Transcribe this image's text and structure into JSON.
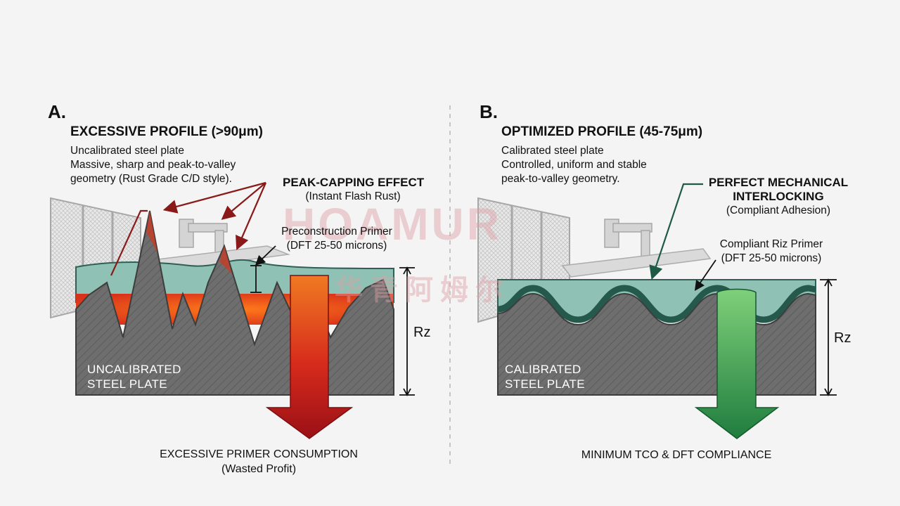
{
  "panels": {
    "a": {
      "letter": "A.",
      "title": "EXCESSIVE PROFILE (>90μm)",
      "desc": [
        "Uncalibrated steel plate",
        "Massive, sharp and peak-to-valley",
        "geometry (Rust Grade C/D style)."
      ],
      "callout_title": "PEAK-CAPPING EFFECT",
      "callout_sub": "(Instant Flash Rust)",
      "primer_title": "Preconstruction Primer",
      "primer_sub": "(DFT 25-50 microns)",
      "plate_label": [
        "UNCALIBRATED",
        "STEEL PLATE"
      ],
      "rz": "Rz",
      "bottom": [
        "EXCESSIVE PRIMER CONSUMPTION",
        "(Wasted Profit)"
      ]
    },
    "b": {
      "letter": "B.",
      "title": "OPTIMIZED PROFILE (45-75μm)",
      "desc": [
        "Calibrated steel plate",
        "Controlled, uniform and stable",
        "peak-to-valley geometry."
      ],
      "callout_title": [
        "PERFECT MECHANICAL",
        "INTERLOCKING"
      ],
      "callout_sub": "(Compliant Adhesion)",
      "primer_title": "Compliant Riz Primer",
      "primer_sub": "(DFT 25-50 microns)",
      "plate_label": [
        "CALIBRATED",
        "STEEL PLATE"
      ],
      "rz": "Rz",
      "bottom": "MINIMUM TCO & DFT COMPLIANCE"
    }
  },
  "watermark": {
    "latin": "HOAMUR",
    "chinese": "华青阿姆尔"
  },
  "colors": {
    "background": "#f4f4f4",
    "steel": "#6b6b6b",
    "primer_teal": "#8fc2b4",
    "rust_orange": "#e8501e",
    "arrow_red": "#b5161d",
    "arrow_green": "#2e9a4e",
    "callout_dark_red": "#8a1a1a",
    "callout_dark_green": "#1f5a44"
  }
}
